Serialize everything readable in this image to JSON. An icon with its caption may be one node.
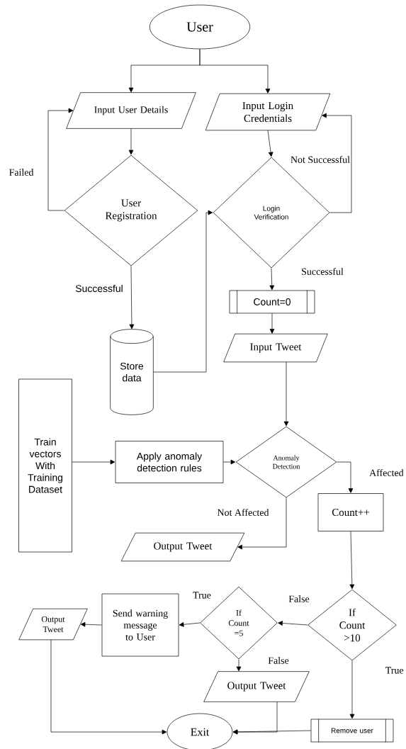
{
  "diagram": {
    "nodes": [
      {
        "text": [
          "User"
        ]
      },
      {
        "text": [
          "Input User Details"
        ]
      },
      {
        "text": [
          "Input Login Credentials"
        ]
      },
      {
        "text": [
          "User Registration"
        ]
      },
      {
        "text": [
          "Login Verification"
        ]
      },
      {
        "text": [
          "Store data"
        ]
      },
      {
        "text": [
          "Count=0"
        ]
      },
      {
        "text": [
          "Input Tweet"
        ]
      },
      {
        "text": [
          "Train vectors With Training Dataset"
        ]
      },
      {
        "text": [
          "Apply anomaly detection rules"
        ]
      },
      {
        "text": [
          "Anomaly Detection"
        ]
      },
      {
        "text": [
          "Count++"
        ]
      },
      {
        "text": [
          "Output Tweet"
        ]
      },
      {
        "text": [
          "If Count >10"
        ]
      },
      {
        "text": [
          "If Count =5"
        ]
      },
      {
        "text": [
          "Send warning message to User"
        ]
      },
      {
        "text": [
          "Output Tweet"
        ]
      },
      {
        "text": [
          "Output Tweet"
        ]
      },
      {
        "text": [
          "Exit"
        ]
      },
      {
        "text": [
          "Remove user"
        ]
      }
    ],
    "edges": [
      {
        "from": 0,
        "to": 1,
        "arrow": "to"
      },
      {
        "from": 0,
        "to": 2,
        "arrow": "to"
      },
      {
        "from": 1,
        "to": 3,
        "arrow": "to"
      },
      {
        "from": 3,
        "to": 1,
        "arrow": "to",
        "label": "Failed"
      },
      {
        "from": 3,
        "to": 5,
        "arrow": "to",
        "label": "Successful"
      },
      {
        "from": 5,
        "to": 4,
        "arrow": "to"
      },
      {
        "from": 2,
        "to": 4,
        "arrow": "to"
      },
      {
        "from": 4,
        "to": 2,
        "arrow": "to",
        "label": "Not Successful"
      },
      {
        "from": 4,
        "to": 6,
        "arrow": "to",
        "label": "Successful"
      },
      {
        "from": 6,
        "to": 7,
        "arrow": "to"
      },
      {
        "from": 7,
        "to": 10,
        "arrow": "to"
      },
      {
        "from": 8,
        "to": 9,
        "arrow": "to"
      },
      {
        "from": 9,
        "to": 10,
        "arrow": "to"
      },
      {
        "from": 10,
        "to": 11,
        "arrow": "to",
        "label": "Affected"
      },
      {
        "from": 10,
        "to": 12,
        "arrow": "to",
        "label": "Not Affected"
      },
      {
        "from": 11,
        "to": 13,
        "arrow": "to"
      },
      {
        "from": 13,
        "to": 14,
        "arrow": "to",
        "label": "False"
      },
      {
        "from": 14,
        "to": 15,
        "arrow": "to",
        "label": "True"
      },
      {
        "from": 15,
        "to": 16,
        "arrow": "to"
      },
      {
        "from": 14,
        "to": 17,
        "arrow": "to",
        "label": "False"
      },
      {
        "from": 13,
        "to": 19,
        "arrow": "to",
        "label": "True"
      },
      {
        "from": 16,
        "to": 18,
        "arrow": "to"
      },
      {
        "from": 17,
        "to": 18,
        "arrow": "to"
      },
      {
        "from": 19,
        "to": 18,
        "arrow": "to"
      }
    ]
  }
}
